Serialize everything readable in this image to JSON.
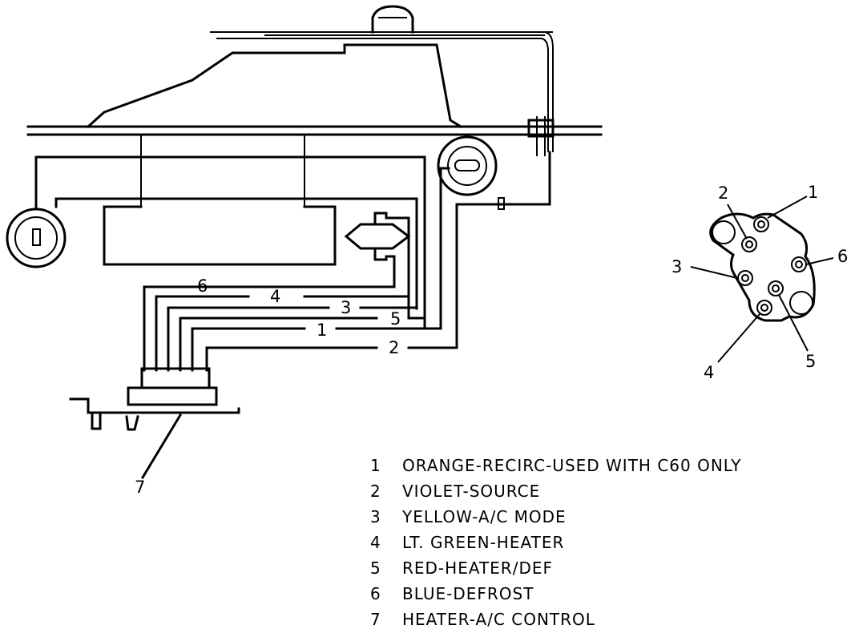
{
  "diagram": {
    "hose_labels": [
      "6",
      "4",
      "3",
      "5",
      "1",
      "2"
    ],
    "control_label": "7",
    "connector_labels": [
      "1",
      "2",
      "3",
      "4",
      "5",
      "6"
    ]
  },
  "legend": [
    {
      "num": "1",
      "text": "ORANGE-RECIRC-USED WITH C60 ONLY"
    },
    {
      "num": "2",
      "text": "VIOLET-SOURCE"
    },
    {
      "num": "3",
      "text": "YELLOW-A/C MODE"
    },
    {
      "num": "4",
      "text": "LT. GREEN-HEATER"
    },
    {
      "num": "5",
      "text": "RED-HEATER/DEF"
    },
    {
      "num": "6",
      "text": "BLUE-DEFROST"
    },
    {
      "num": "7",
      "text": "HEATER-A/C CONTROL"
    }
  ]
}
